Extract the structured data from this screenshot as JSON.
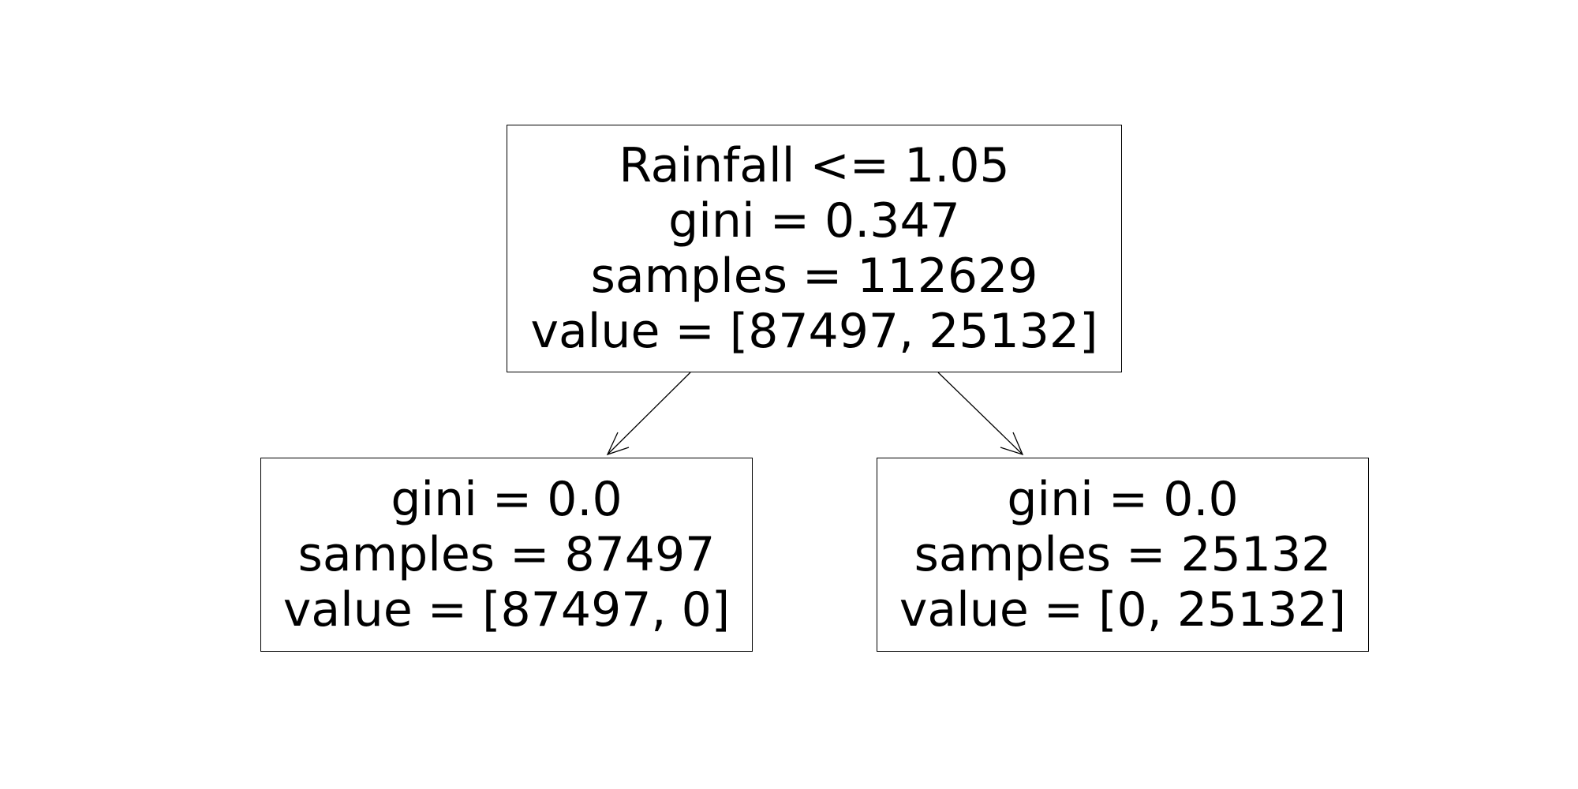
{
  "tree": {
    "root": {
      "condition": "Rainfall <= 1.05",
      "gini": "gini = 0.347",
      "samples": "samples = 112629",
      "value": "value = [87497, 25132]"
    },
    "left": {
      "gini": "gini = 0.0",
      "samples": "samples = 87497",
      "value": "value = [87497, 0]"
    },
    "right": {
      "gini": "gini = 0.0",
      "samples": "samples = 25132",
      "value": "value = [0, 25132]"
    }
  }
}
